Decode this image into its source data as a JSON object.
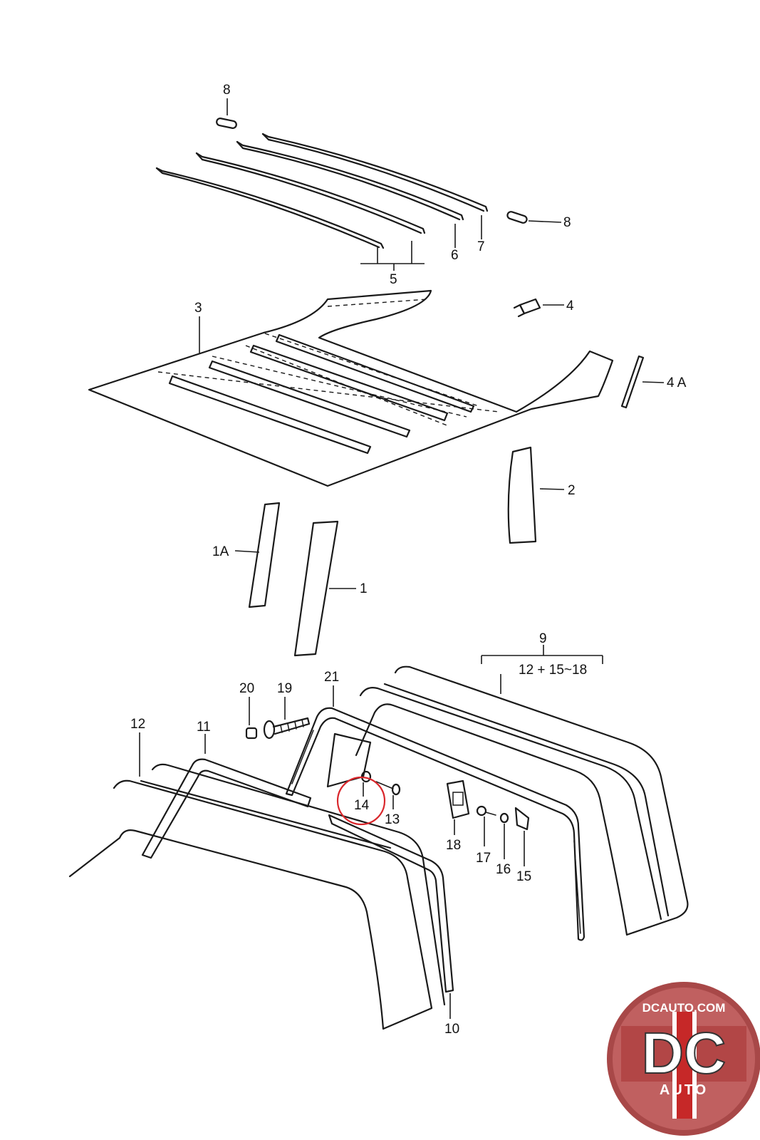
{
  "labels": {
    "l1": "1",
    "l1a": "1A",
    "l2": "2",
    "l3": "3",
    "l4": "4",
    "l4a": "4 A",
    "l5": "5",
    "l6": "6",
    "l7": "7",
    "l8a": "8",
    "l8b": "8",
    "l9": "9",
    "l9sub": "12 + 15~18",
    "l10": "10",
    "l11": "11",
    "l12": "12",
    "l13": "13",
    "l14": "14",
    "l15": "15",
    "l16": "16",
    "l17": "17",
    "l18": "18",
    "l19": "19",
    "l20": "20",
    "l21": "21"
  },
  "highlight": {
    "part": "14",
    "color": "#d9262b"
  },
  "logo": {
    "url_text": "DCAUTO.COM",
    "mark": "DC",
    "sub": "AUTO",
    "colors": {
      "ring": "#b53a3a",
      "bar": "#c62828",
      "white": "#ffffff"
    }
  }
}
